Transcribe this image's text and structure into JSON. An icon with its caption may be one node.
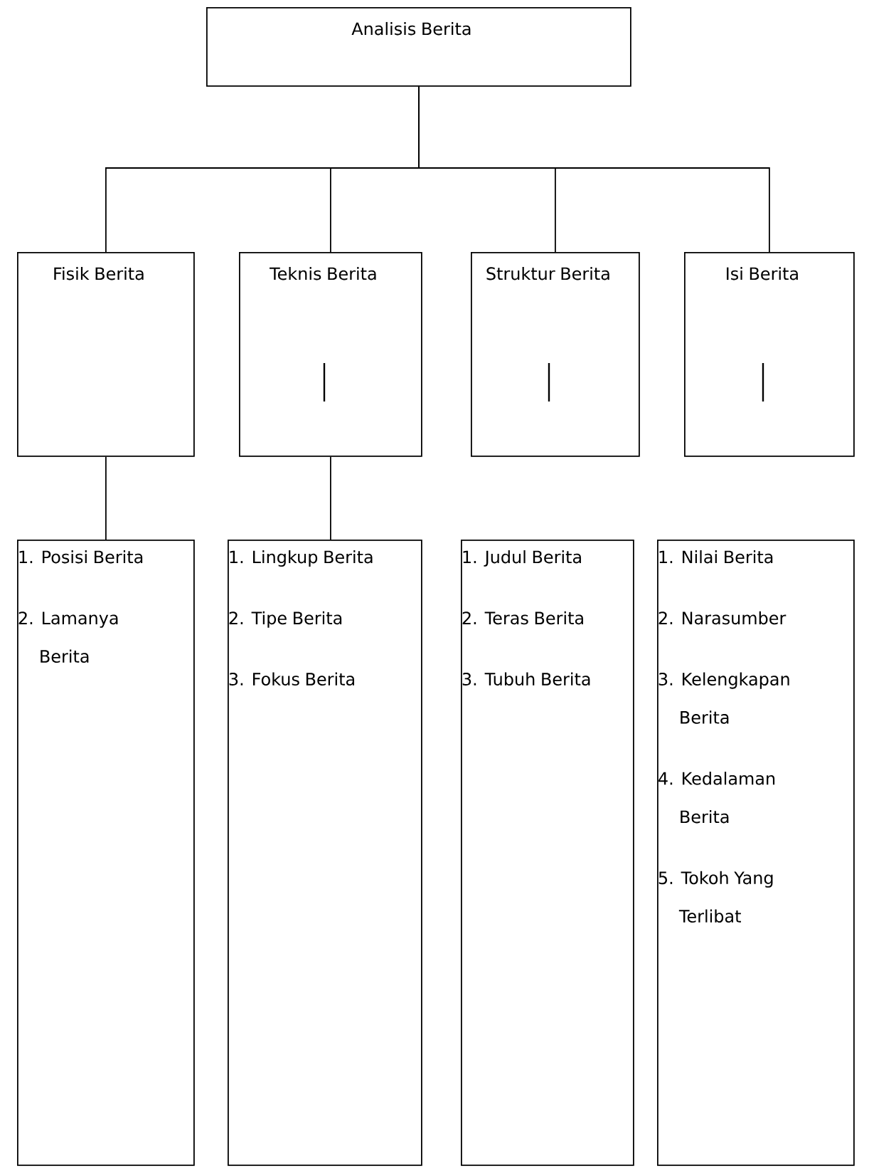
{
  "diagram": {
    "nodes": [
      {
        "text": [
          "Analisis Berita"
        ]
      },
      {
        "text": [
          "Fisik Berita"
        ]
      },
      {
        "text": [
          "Teknis Berita"
        ]
      },
      {
        "text": [
          "Struktur Berita"
        ]
      },
      {
        "text": [
          "Isi Berita"
        ]
      },
      {
        "text": [
          "1. Posisi Berita",
          "2. Lamanya Berita"
        ]
      },
      {
        "text": [
          "1. Lingkup Berita",
          "2. Tipe Berita",
          "3. Fokus Berita"
        ]
      },
      {
        "text": [
          "1. Judul Berita",
          "2. Teras Berita",
          "3. Tubuh Berita"
        ]
      },
      {
        "text": [
          "1. Nilai Berita",
          "2. Narasumber",
          "3. Kelengkapan Berita",
          "4. Kedalaman Berita",
          "5. Tokoh Yang Terlibat"
        ]
      }
    ],
    "edges": [
      {
        "from": 0,
        "to": 1,
        "arrow": "none"
      },
      {
        "from": 0,
        "to": 2,
        "arrow": "none"
      },
      {
        "from": 0,
        "to": 3,
        "arrow": "none"
      },
      {
        "from": 0,
        "to": 4,
        "arrow": "none"
      },
      {
        "from": 1,
        "to": 5,
        "arrow": "none"
      },
      {
        "from": 2,
        "to": 6,
        "arrow": "none"
      }
    ]
  }
}
